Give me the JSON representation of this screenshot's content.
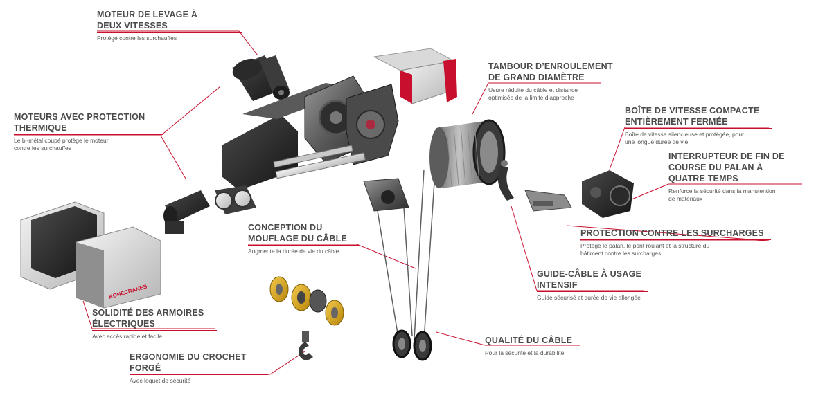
{
  "colors": {
    "accent": "#c8102e",
    "text": "#4a4a4a",
    "desc": "#555555"
  },
  "callouts": [
    {
      "id": "moteur-levage",
      "title": "MOTEUR DE LEVAGE À\nDEUX VITESSES",
      "desc": "Protégé contre les surchauffes"
    },
    {
      "id": "moteurs-protection",
      "title": "MOTEURS AVEC PROTECTION\nTHERMIQUE",
      "desc": "Le bi-métal coupé protège le moteur\ncontre les surchauffes"
    },
    {
      "id": "tambour",
      "title": "TAMBOUR D’ENROULEMENT\nDE GRAND DIAMÈTRE",
      "desc": "Usure réduite du câble et distance\noptimisée de la limite d’approche"
    },
    {
      "id": "boite-vitesse",
      "title": "BOÎTE DE VITESSE COMPACTE\nENTIÈREMENT FERMÉE",
      "desc": "Boîte de vitesse silencieuse et protégée, pour\nune longue durée de vie"
    },
    {
      "id": "interrupteur",
      "title": "INTERRUPTEUR DE FIN DE\nCOURSE DU PALAN À\nQUATRE TEMPS",
      "desc": "Renforce la sécurité dans la manutention\nde matériaux"
    },
    {
      "id": "mouflage",
      "title": "CONCEPTION DU\nMOUFLAGE DU CÂBLE",
      "desc": "Augmente la durée de vie du câble"
    },
    {
      "id": "protection-surcharges",
      "title": "PROTECTION CONTRE LES SURCHARGES",
      "desc": "Protège le palan, le pont roulant et la structure du\nbâtiment contre les surcharges"
    },
    {
      "id": "guide-cable",
      "title": "GUIDE-CÂBLE À USAGE\nINTENSIF",
      "desc": "Guide sécurisé et durée de vie allongée"
    },
    {
      "id": "armoires",
      "title": "SOLIDITÉ DES ARMOIRES\nÉLECTRIQUES",
      "desc": "Avec accès rapide et facile"
    },
    {
      "id": "qualite-cable",
      "title": "QUALITÉ DU CÂBLE",
      "desc": "Pour la sécurité et la durabilité"
    },
    {
      "id": "crochet",
      "title": "ERGONOMIE DU CROCHET\nFORGÉ",
      "desc": "Avec loquet de sécurité"
    }
  ],
  "brand": {
    "logo_text": "KONECRANES"
  }
}
